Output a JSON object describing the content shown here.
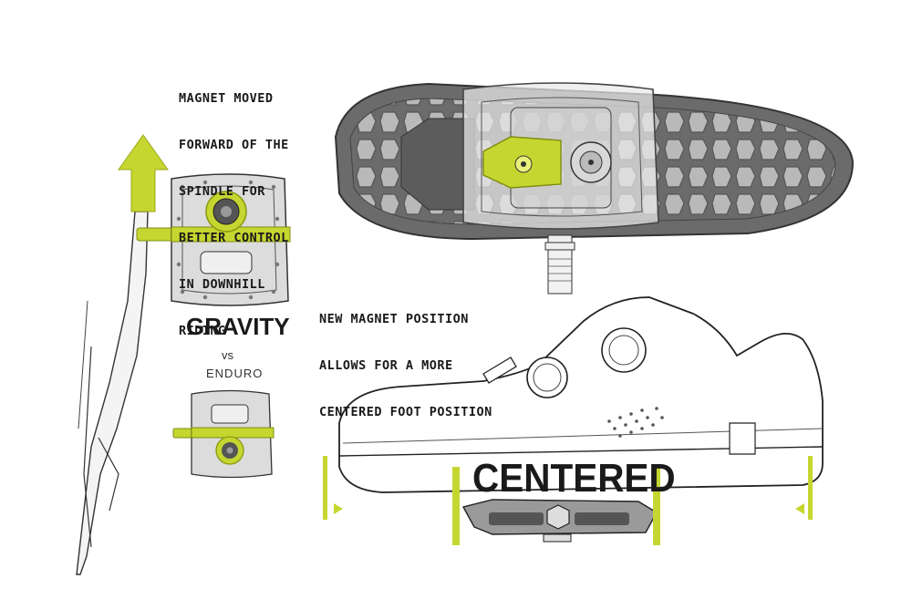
{
  "callouts": {
    "magnet_forward": [
      "MAGNET MOVED",
      "FORWARD OF THE",
      "SPINDLE FOR",
      "BETTER CONTROL",
      "IN DOWNHILL",
      "RIDING"
    ],
    "magnet_position": [
      "NEW MAGNET POSITION",
      "ALLOWS FOR A MORE",
      "CENTERED FOOT POSITION"
    ]
  },
  "labels": {
    "gravity": "GRAVITY",
    "vs": "vs",
    "enduro": "ENDURO",
    "centered": "CENTERED"
  },
  "colors": {
    "accent": "#c6d630",
    "accent_dark": "#8c9a12",
    "ink": "#1a1a1a",
    "sole_gray": "#8d8d8d",
    "sole_dark": "#5a5a5a",
    "pedal_gray": "#cfcfcf"
  }
}
